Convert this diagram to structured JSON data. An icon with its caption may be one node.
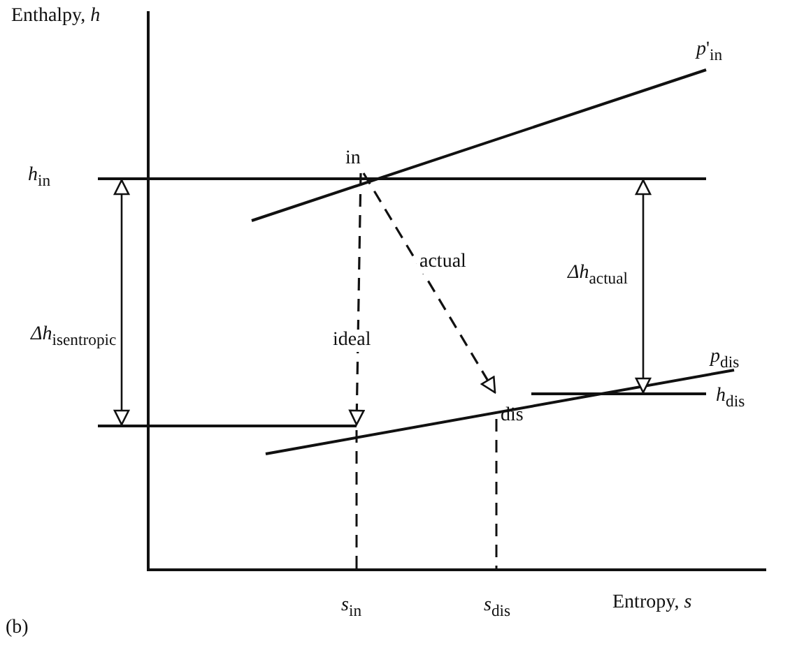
{
  "diagram": {
    "nodes": [
      {
        "text": [
          "in"
        ]
      },
      {
        "text": [
          "dis"
        ]
      }
    ],
    "edges": [
      {
        "from": 0,
        "to": null,
        "arrow": "to",
        "label": "ideal",
        "style": "dashed"
      },
      {
        "from": 0,
        "to": 1,
        "arrow": "to",
        "label": "actual",
        "style": "dashed"
      }
    ],
    "labels": [
      "Enthalpy, *h*",
      "*p*'$_{in}$",
      "*h*$_{in}$",
      "*Δh*$_{isentropic}$",
      "*Δh*$_{actual}$",
      "*p*$_{dis}$",
      "*h*$_{dis}$",
      "*s*$_{in}$",
      "*s*$_{dis}$",
      "Entropy, *s*",
      "(b)"
    ]
  }
}
